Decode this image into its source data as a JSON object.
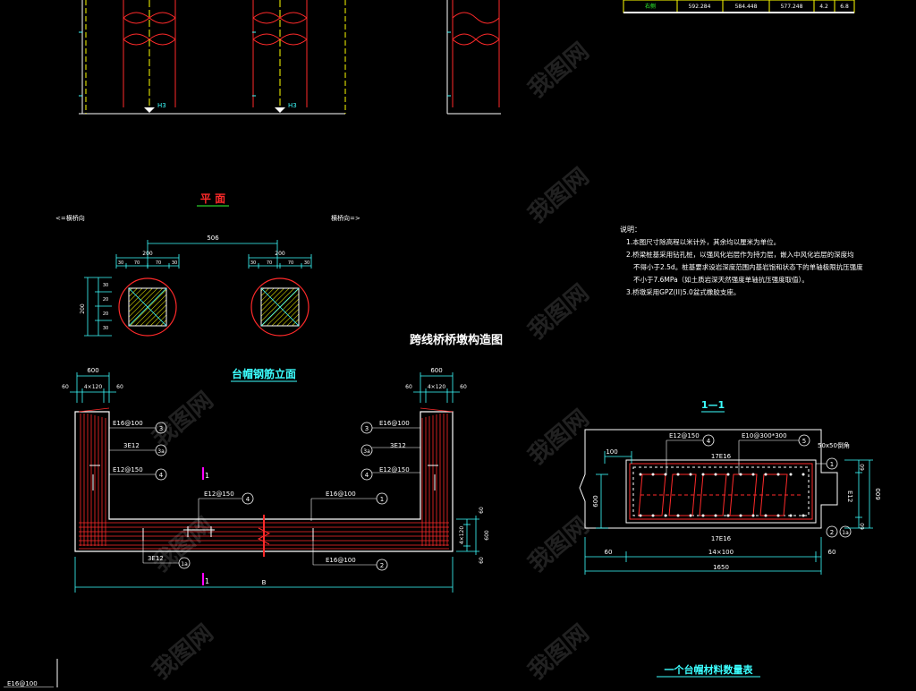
{
  "colors": {
    "background": "#000000",
    "line": "#ffffff",
    "pile": "#ff2a2a",
    "dim": "#3cffff",
    "yellow": "#ffff00",
    "green": "#33ff33",
    "magenta": "#ff00ff",
    "cyan": "#00ffff"
  },
  "top_table": {
    "row_label": "右侧",
    "values": [
      "592.284",
      "584.448",
      "577.248",
      "4.2",
      "6.8"
    ]
  },
  "top_piers": {
    "elevation_label": "H3"
  },
  "plan": {
    "title": "平  面",
    "left_direction": "<=横桥向",
    "right_direction": "横桥向=>",
    "span": "506",
    "left_top_dim": "200",
    "left_sub_dims": [
      "30",
      "70",
      "70",
      "30"
    ],
    "left_side_dim": "200",
    "left_side_sub_dims": [
      "30",
      "20",
      "20",
      "30"
    ],
    "right_top_dim": "200",
    "right_sub_dims": [
      "30",
      "70",
      "70",
      "30"
    ]
  },
  "drawing_title": "跨线桥桥墩构造图",
  "notes": {
    "heading": "说明：",
    "lines": [
      "1.本图尺寸除高程以米计外，其余均以厘米为单位。",
      "2.桥梁桩基采用钻孔桩，以强风化岩层作为持力层，嵌入中风化岩层的深度均",
      "不得小于2.5d。桩基要求设岩深度范围内基岩饱和状态下的单轴极限抗压强度",
      "不小于7.6MPa（如土质岩深天然强度单轴抗压强度取值）。",
      "3.桥墩采用GPZ(II)5.0盆式橡胶支座。"
    ]
  },
  "elevation": {
    "title": "台帽钢筋立面",
    "left_top_dim": "600",
    "left_sub_dims": [
      "60",
      "4×120",
      "60"
    ],
    "right_top_dim": "600",
    "right_sub_dims": [
      "60",
      "4×120",
      "60"
    ],
    "left_callouts": [
      {
        "label": "E16@100",
        "num": "3"
      },
      {
        "label": "3E12",
        "num": "3a"
      },
      {
        "label": "E12@150",
        "num": "4"
      }
    ],
    "right_callouts": [
      {
        "label": "E16@100",
        "num": "3"
      },
      {
        "label": "3E12",
        "num": "3a"
      },
      {
        "label": "E12@150",
        "num": "4"
      }
    ],
    "section_mark": "1",
    "center_callout": {
      "label": "E12@150",
      "num": "4"
    },
    "bottom_callout": {
      "label": "E16@100",
      "num": "1"
    },
    "lower_left_callout": {
      "label": "3E12",
      "num": "1a"
    },
    "lower_bottom_callout": {
      "label": "E16@100",
      "num": "2"
    },
    "right_vertical_dims": [
      "60",
      "4×120",
      "600",
      "60"
    ],
    "overall_dim": "B"
  },
  "section": {
    "title": "1—1",
    "callouts_top": [
      {
        "label": "E12@150",
        "num": "4"
      },
      {
        "label": "E10@300*300",
        "num": "5"
      }
    ],
    "chamfer": "50x50倒角",
    "top_bar": "17E16",
    "bottom_bar": "17E16",
    "left_dim": "100",
    "left_height": "600",
    "right_vertical_dims": [
      "60",
      "600",
      "60"
    ],
    "right_side_bar": "E12",
    "right_callout_num": "1",
    "lower_right_nums": [
      "2",
      "1a"
    ],
    "bottom_sub_dims": [
      "60",
      "14×100",
      "60"
    ],
    "overall_dim": "1650"
  },
  "material_table_title": "一个台帽材料数量表",
  "bottom_left_label": "E16@100",
  "watermark_text": "我图网"
}
